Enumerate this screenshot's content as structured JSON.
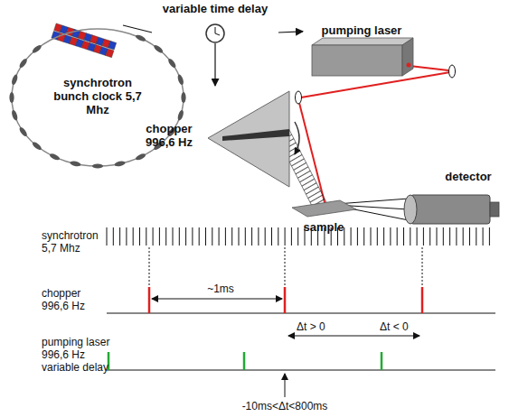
{
  "diagram": {
    "nodes": [
      {
        "text": [
          "synchrotron bunch clock 5,7 Mhz"
        ]
      },
      {
        "text": [
          "variable time delay"
        ]
      },
      {
        "text": [
          "pumping laser"
        ]
      },
      {
        "text": [
          "chopper 996,6 Hz"
        ]
      },
      {
        "text": [
          "sample"
        ]
      },
      {
        "text": [
          "detector"
        ]
      }
    ],
    "edges": [
      {
        "from": 0,
        "to": 1,
        "arrow": "none"
      },
      {
        "from": 1,
        "to": 2,
        "arrow": "to"
      },
      {
        "from": 1,
        "to": 3,
        "arrow": "to"
      }
    ],
    "labels": [
      "synchrotron 5,7 Mhz",
      "chopper 996,6 Hz",
      "~1ms",
      "Δt > 0",
      "Δt < 0",
      "pumping laser 996,6 Hz variable delay",
      "-10ms<Δt<800ms"
    ]
  }
}
